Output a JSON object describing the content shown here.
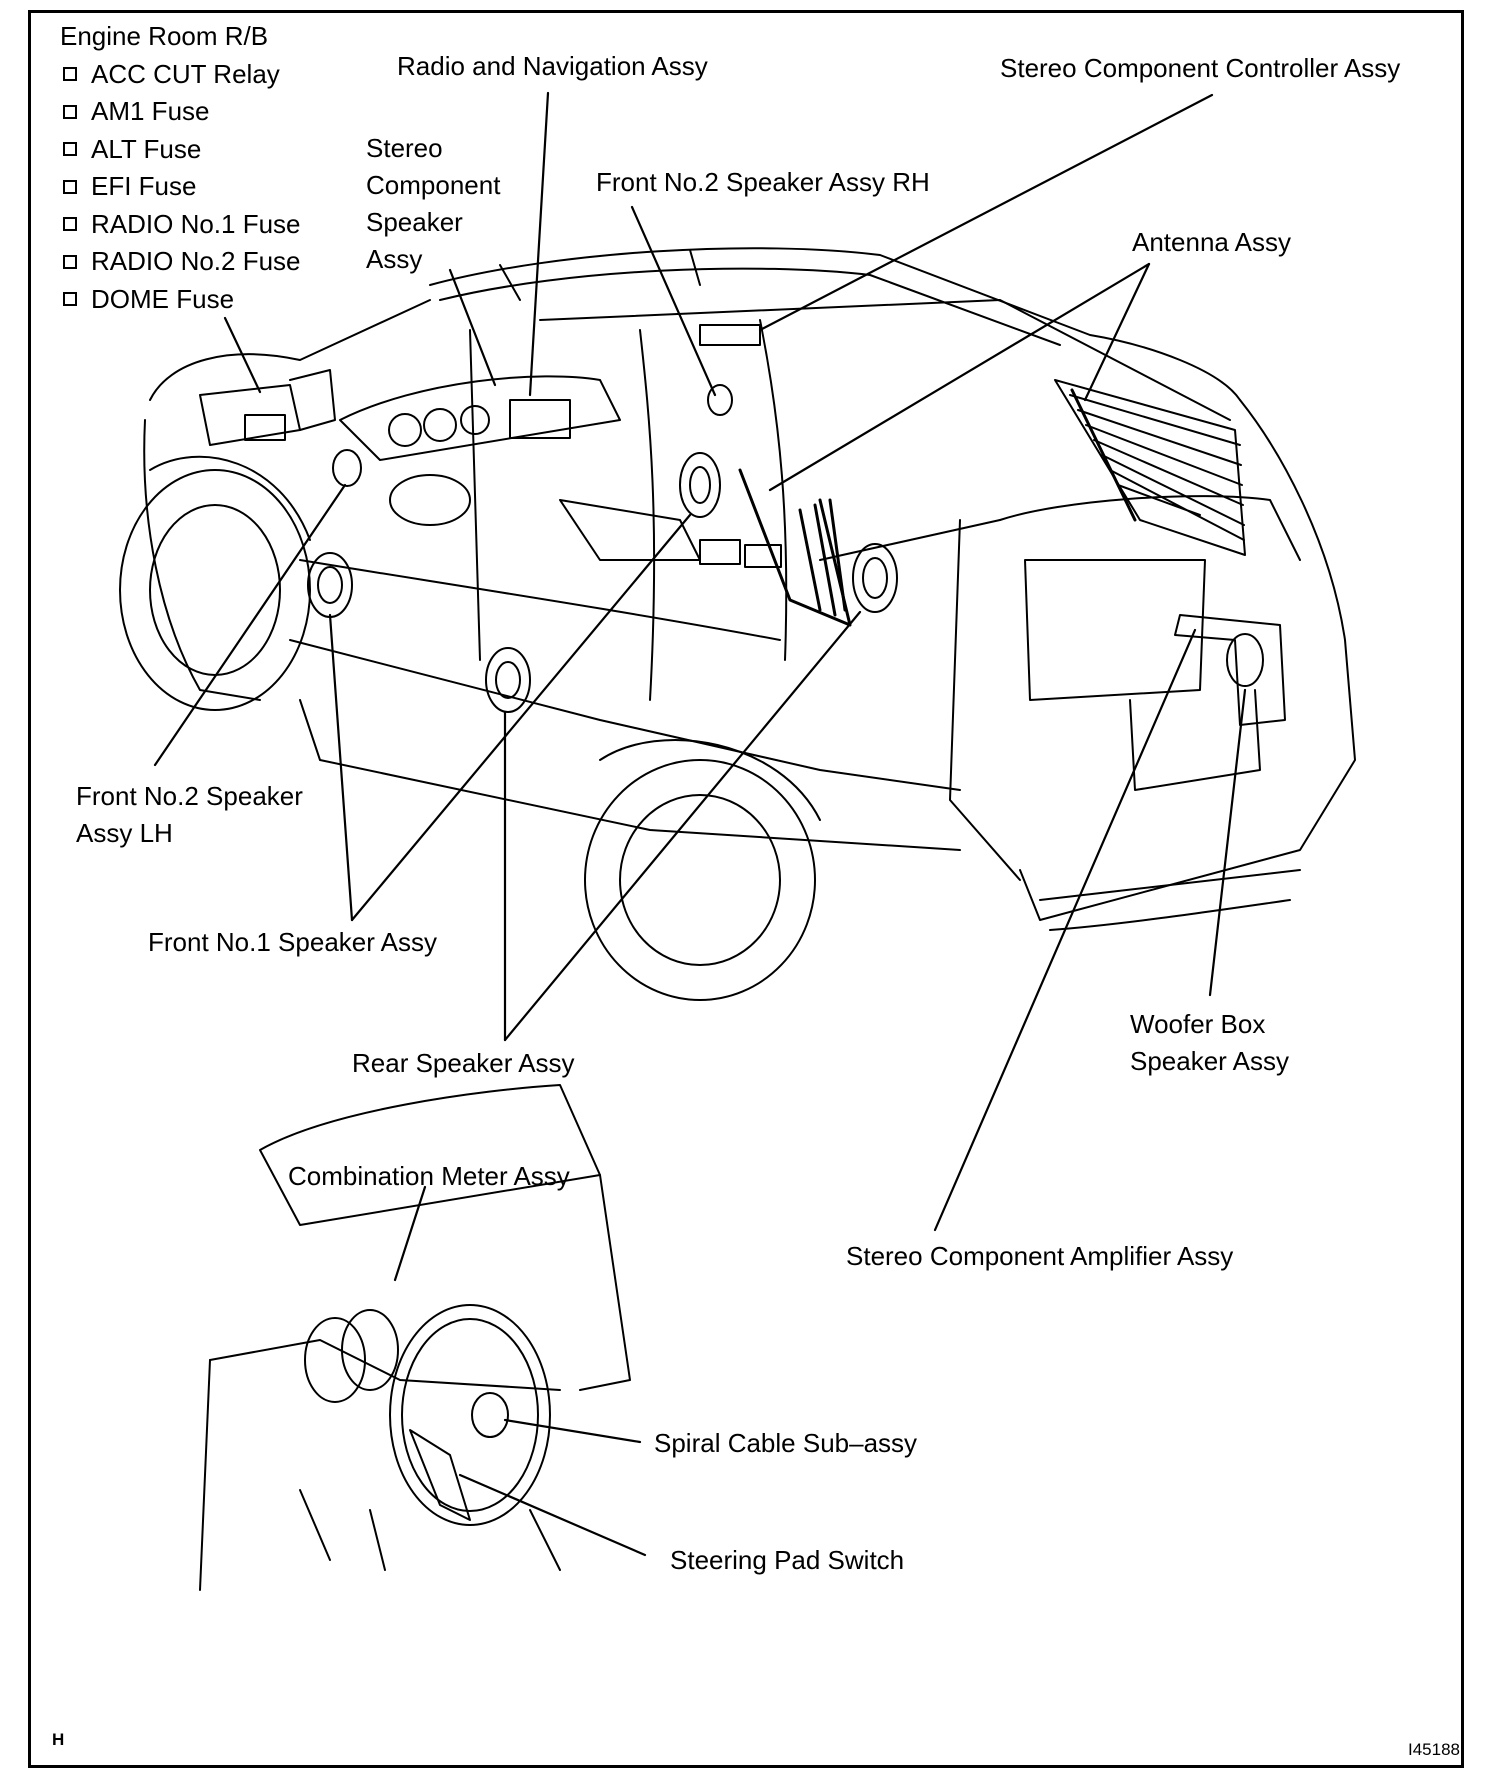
{
  "engine_room": {
    "title": "Engine Room R/B",
    "items": [
      "ACC CUT Relay",
      "AM1 Fuse",
      "ALT Fuse",
      "EFI Fuse",
      "RADIO No.1 Fuse",
      "RADIO No.2 Fuse",
      "DOME Fuse"
    ]
  },
  "labels": {
    "radio_nav": "Radio and Navigation Assy",
    "stereo_controller": "Stereo Component Controller Assy",
    "stereo_speaker": [
      "Stereo",
      "Component",
      "Speaker",
      "Assy"
    ],
    "front2_rh": "Front No.2 Speaker Assy RH",
    "antenna": "Antenna Assy",
    "front2_lh": [
      "Front No.2 Speaker",
      "Assy LH"
    ],
    "front1": "Front No.1 Speaker Assy",
    "rear_speaker": "Rear Speaker Assy",
    "woofer": [
      "Woofer Box",
      "Speaker Assy"
    ],
    "combination_meter": "Combination Meter Assy",
    "stereo_amp": "Stereo Component Amplifier Assy",
    "spiral_cable": "Spiral Cable Sub–assy",
    "steering_pad": "Steering Pad Switch"
  },
  "corner_left": "H",
  "figure_id": "I45188"
}
